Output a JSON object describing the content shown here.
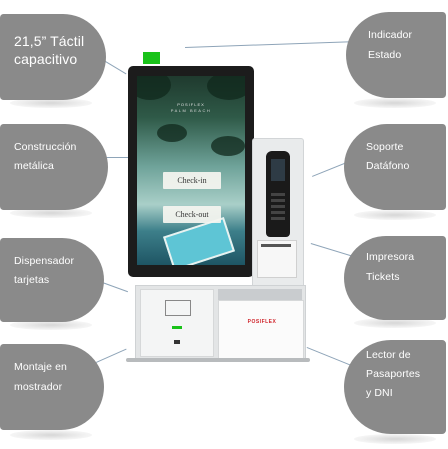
{
  "callouts": {
    "screen": [
      "21,5” Táctil",
      "capacitivo"
    ],
    "indicator": [
      "Indicador",
      "Estado"
    ],
    "metal": [
      "Construcción",
      "metálica"
    ],
    "dataphone": [
      "Soporte",
      "Datáfono"
    ],
    "dispenser": [
      "Dispensador",
      "tarjetas"
    ],
    "printer": [
      "Impresora",
      "Tickets"
    ],
    "mount": [
      "Montaje en",
      "mostrador"
    ],
    "reader": [
      "Lector de",
      "Pasaportes",
      "y DNI"
    ]
  },
  "kiosk": {
    "brand": "POSIFLEX",
    "screen_subtitle": "PALM BEACH",
    "checkin_label": "Check-in",
    "checkout_label": "Check-out",
    "indicator_color": "#19c219"
  }
}
